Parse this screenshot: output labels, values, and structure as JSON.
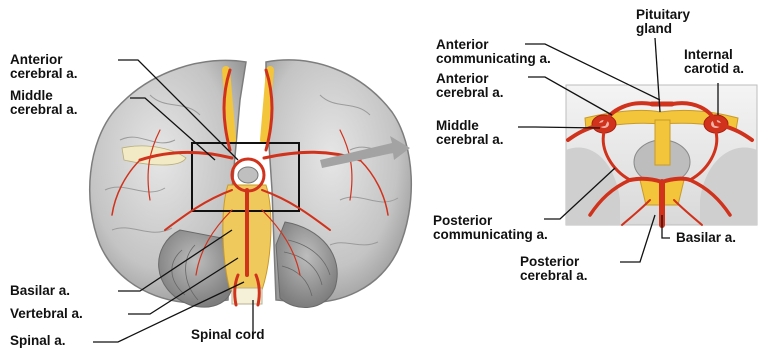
{
  "colors": {
    "artery": "#d0321c",
    "artery_dark": "#a91f10",
    "nerve": "#f2c53a",
    "brain": "#c9c9c9",
    "brain_shadow": "#8e8e8e",
    "leader": "#111111"
  },
  "icons": {
    "arrow": "gray-right-arrow-icon",
    "box": "magnification-box"
  },
  "left_labels": {
    "anterior_cerebral": "Anterior\ncerebral a.",
    "middle_cerebral": "Middle\ncerebral a.",
    "basilar": "Basilar a.",
    "vertebral": "Vertebral a.",
    "spinal": "Spinal a.",
    "spinal_cord": "Spinal cord"
  },
  "right_labels": {
    "pituitary_gland": "Pituitary\ngland",
    "anterior_communicating": "Anterior\ncommunicating a.",
    "internal_carotid": "Internal\ncarotid a.",
    "anterior_cerebral": "Anterior\ncerebral a.",
    "middle_cerebral": "Middle\ncerebral a.",
    "posterior_communicating": "Posterior\ncommunicating a.",
    "basilar": "Basilar a.",
    "posterior_cerebral": "Posterior\ncerebral a."
  }
}
